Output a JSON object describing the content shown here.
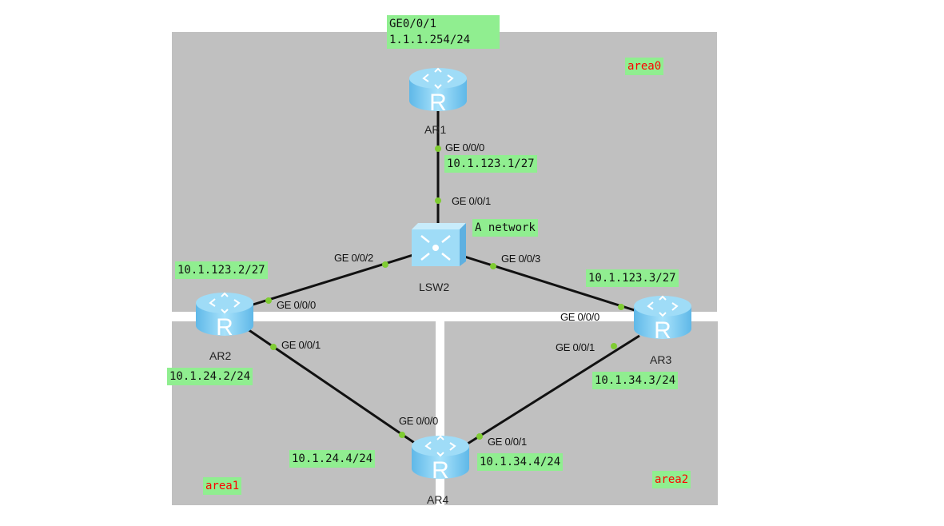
{
  "areas": [
    {
      "label": "area0"
    },
    {
      "label": "area1"
    },
    {
      "label": "area2"
    }
  ],
  "devices": {
    "ar1": "AR1",
    "ar2": "AR2",
    "ar3": "AR3",
    "ar4": "AR4",
    "lsw2": "LSW2",
    "router_glyph": "R"
  },
  "ip_labels": {
    "ar1_ge001_port": "GE0/0/1",
    "ar1_ge001_ip": "1.1.1.254/24",
    "ar1_ge000": "10.1.123.1/27",
    "lsw_note": "A network",
    "ar2_ge000": "10.1.123.2/27",
    "ar3_ge000": "10.1.123.3/27",
    "ar2_ge001": "10.1.24.2/24",
    "ar3_ge001": "10.1.34.3/24",
    "ar4_ge000": "10.1.24.4/24",
    "ar4_ge001": "10.1.34.4/24"
  },
  "ports": {
    "ar1_ge000": "GE 0/0/0",
    "lsw_ge001": "GE 0/0/1",
    "lsw_ge002": "GE 0/0/2",
    "lsw_ge003": "GE 0/0/3",
    "ar2_ge000": "GE 0/0/0",
    "ar2_ge001": "GE 0/0/1",
    "ar3_ge000": "GE 0/0/0",
    "ar3_ge001": "GE 0/0/1",
    "ar4_ge000": "GE 0/0/0",
    "ar4_ge001": "GE 0/0/1"
  },
  "colors": {
    "area_bg": "#c0c0c0",
    "label_bg": "#90ee90",
    "area_text": "#ff0000",
    "port_dot": "#7fcc33",
    "router": "#7ecbf0"
  }
}
